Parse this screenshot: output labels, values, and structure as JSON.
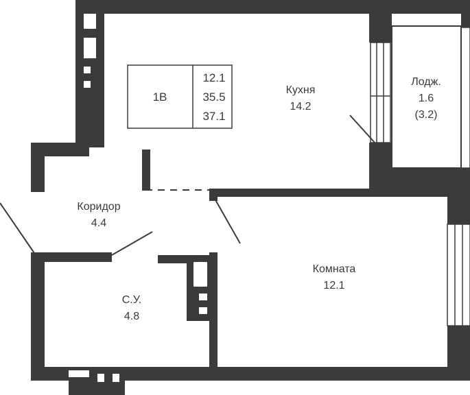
{
  "unit": {
    "type": "1В",
    "areas": [
      "12.1",
      "35.5",
      "37.1"
    ]
  },
  "rooms": {
    "kitchen": {
      "name": "Кухня",
      "area": "14.2"
    },
    "loggia": {
      "name": "Лодж.",
      "area": "1.6",
      "area_alt": "(3.2)"
    },
    "corridor": {
      "name": "Коридор",
      "area": "4.4"
    },
    "bathroom": {
      "name": "С.У.",
      "area": "4.8"
    },
    "room": {
      "name": "Комната",
      "area": "12.1"
    }
  },
  "colors": {
    "wall": "#3b3b3b",
    "text": "#3a3a3a",
    "background": "#ffffff"
  }
}
